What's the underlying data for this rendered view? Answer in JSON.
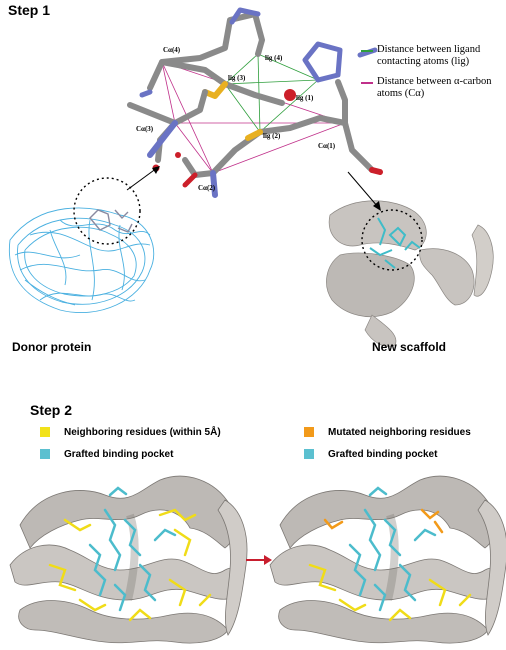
{
  "step1": {
    "title": "Step 1",
    "atom_labels": {
      "ca1": "Cα(1)",
      "ca2": "Cα(2)",
      "ca3": "Cα(3)",
      "ca4": "Cα(4)",
      "lig1": "lig (1)",
      "lig2": "lig (2)",
      "lig3": "lig (3)",
      "lig4": "lig (4)"
    },
    "legend": [
      {
        "text": "Distance between ligand contacting atoms (lig)",
        "color": "#2e9e3c"
      },
      {
        "text": "Distance between α-carbon atoms (Cα)",
        "color": "#c0308a"
      }
    ],
    "donor_caption": "Donor protein",
    "scaffold_caption": "New scaffold"
  },
  "step2": {
    "title": "Step 2",
    "legend_left": [
      {
        "text": "Neighboring residues (within 5Å)",
        "color": "#f2e21a"
      },
      {
        "text": "Grafted binding pocket",
        "color": "#5bc0d0"
      }
    ],
    "legend_right": [
      {
        "text": "Mutated neighboring residues",
        "color": "#f29a1a"
      },
      {
        "text": "Grafted binding pocket",
        "color": "#5bc0d0"
      }
    ]
  },
  "colors": {
    "carbon": "#8a8a8a",
    "nitrogen": "#6a73c4",
    "oxygen": "#cc1f2a",
    "sulfur": "#e8b020",
    "ribbon": "#c4c0bc",
    "donor": "#4ab0e0",
    "arrow": "#c81e2e"
  }
}
